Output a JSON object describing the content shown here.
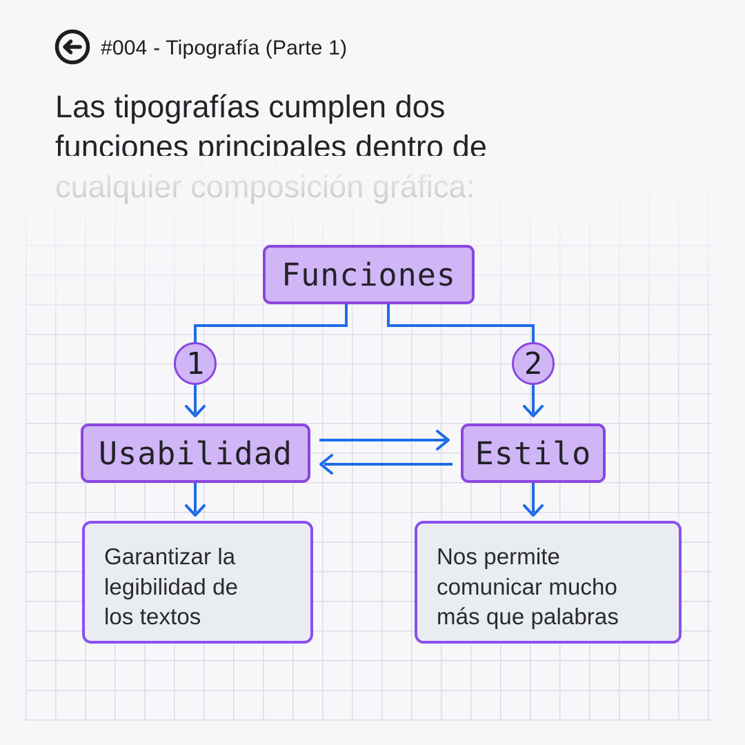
{
  "colors": {
    "background": "#f7f7f9",
    "grid_line": "#ded9e9",
    "text_dark": "#212124",
    "node_fill": "#d0b5f7",
    "node_border": "#8a46e0",
    "desc_fill": "#e9edf1",
    "desc_border": "#8950f0",
    "connector_blue": "#1d6be8"
  },
  "header": {
    "back_icon": "arrow-left-circle-icon",
    "title": "#004 - Tipografía (Parte 1)"
  },
  "intro": {
    "lines": [
      "Las tipografías cumplen dos",
      "funciones principales dentro de",
      "cualquier composición gráfica:"
    ]
  },
  "diagram": {
    "root_label": "Funciones",
    "branches": [
      {
        "number": "1",
        "label": "Usabilidad",
        "desc_lines": [
          "Garantizar la",
          "legibilidad de",
          "los textos"
        ]
      },
      {
        "number": "2",
        "label": "Estilo",
        "desc_lines": [
          "Nos permite",
          "comunicar mucho",
          "más que palabras"
        ]
      }
    ]
  }
}
